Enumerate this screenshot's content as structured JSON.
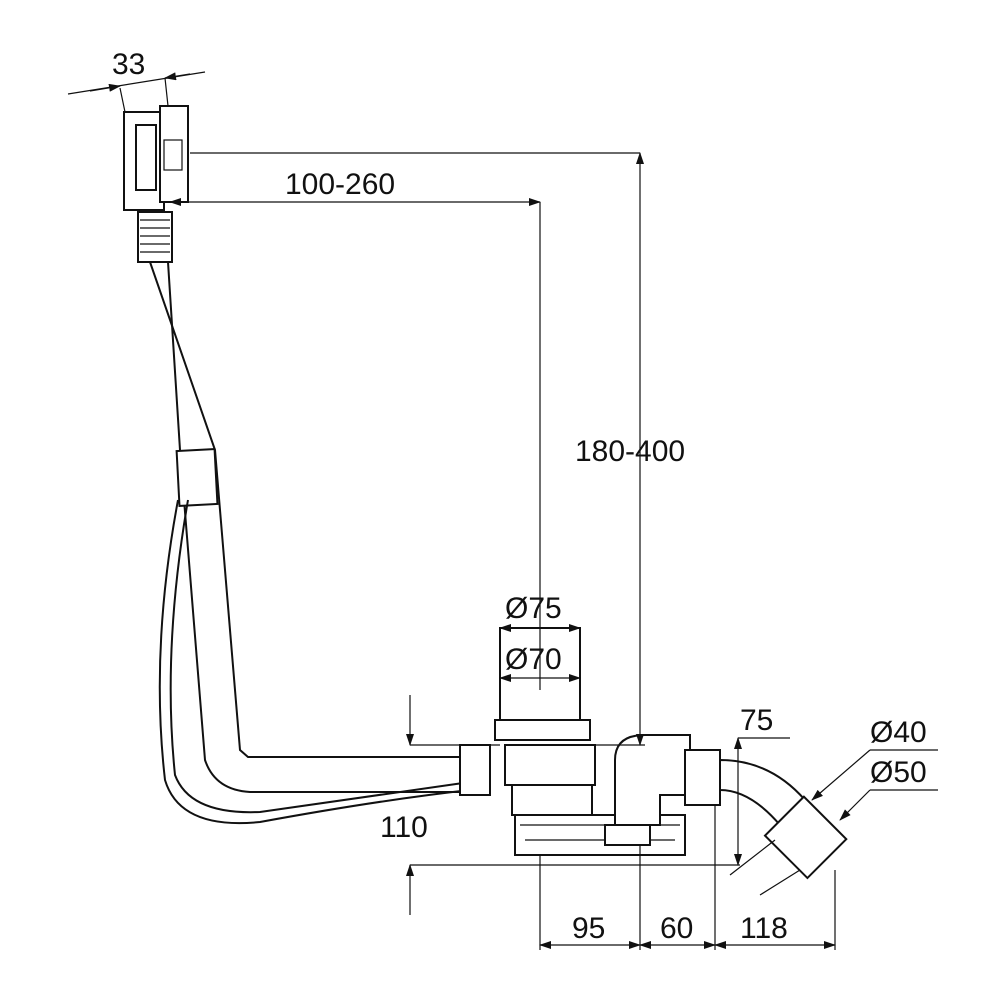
{
  "dimensions": {
    "overflow_width": "33",
    "horizontal_range": "100-260",
    "vertical_range": "180-400",
    "outer_diameter_drain": "Ø75",
    "inner_diameter_drain": "Ø70",
    "outlet_height": "75",
    "outlet_diameter_small": "Ø40",
    "outlet_diameter_large": "Ø50",
    "body_height": "110",
    "offset_1": "95",
    "offset_2": "60",
    "offset_3": "118"
  }
}
